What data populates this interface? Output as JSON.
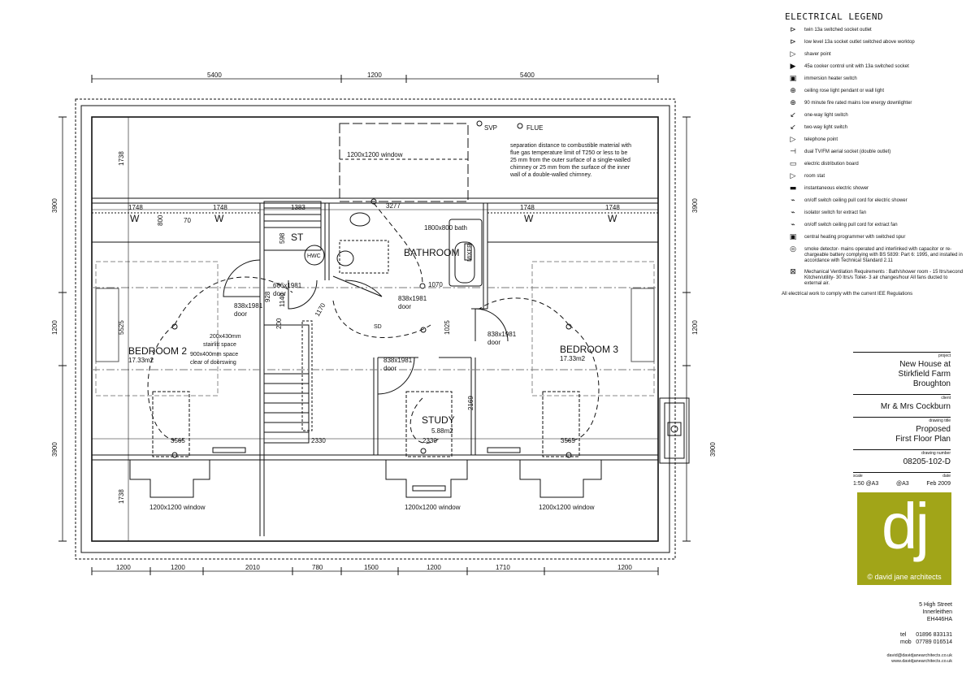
{
  "legend": {
    "title": "ELECTRICAL LEGEND",
    "items": [
      {
        "icon": "twin-socket-icon",
        "glyph": "⊳",
        "text": "twin 13a switched socket outlet"
      },
      {
        "icon": "low-socket-icon",
        "glyph": "⊳",
        "text": "low level 13a socket outlet switched above worktop"
      },
      {
        "icon": "shaver-point-icon",
        "glyph": "▷",
        "text": "shaver point"
      },
      {
        "icon": "cooker-control-icon",
        "glyph": "▶",
        "text": "45a cooker control unit with 13a switched socket"
      },
      {
        "icon": "immersion-switch-icon",
        "glyph": "▣",
        "text": "immersion heater switch"
      },
      {
        "icon": "ceiling-rose-icon",
        "glyph": "⊕",
        "text": "ceiling rose light pendant or wall light"
      },
      {
        "icon": "downlighter-icon",
        "glyph": "⊕",
        "text": "90 minute fire rated mains low energy downlighter"
      },
      {
        "icon": "one-way-switch-icon",
        "glyph": "↙",
        "text": "one-way light switch"
      },
      {
        "icon": "two-way-switch-icon",
        "glyph": "↙",
        "text": "two-way light switch"
      },
      {
        "icon": "telephone-point-icon",
        "glyph": "▷",
        "text": "telephone point"
      },
      {
        "icon": "tv-aerial-icon",
        "glyph": "⊣",
        "text": "dual TV/FM aerial socket (double outlet)"
      },
      {
        "icon": "distribution-board-icon",
        "glyph": "▭",
        "text": "electric distribution board"
      },
      {
        "icon": "room-stat-icon",
        "glyph": "▷",
        "text": "room stat"
      },
      {
        "icon": "electric-shower-icon",
        "glyph": "▬",
        "text": "instantaneous electric shower"
      },
      {
        "icon": "pull-cord-shower-icon",
        "glyph": "⌁",
        "text": "on/off switch ceiling pull cord for electric shower"
      },
      {
        "icon": "isolator-fan-icon",
        "glyph": "⌁",
        "text": "isolator switch for extract fan"
      },
      {
        "icon": "pull-cord-fan-icon",
        "glyph": "⌁",
        "text": "on/off switch ceiling pull cord for extract fan"
      },
      {
        "icon": "heating-programmer-icon",
        "glyph": "▣",
        "text": "central heating programmer with switched spur"
      },
      {
        "icon": "smoke-detector-icon",
        "glyph": "◎",
        "text": "smoke detector- mains operated and interlinked with capacitor or re-chargeable battery complying with BS 5839: Part 6: 1995, and installed in accordance with Technical Standard 2.11"
      },
      {
        "icon": "ventilation-icon",
        "glyph": "⊠",
        "text": "Mechanical Ventilation Requirements : Bath/shower room - 15 ltrs/second Kitchen/utility- 30 ltrs/s Toilet- 3 air changes/hour All fans ducted to external air."
      }
    ],
    "footer": "All electrical work to comply with the current IEE Regulations"
  },
  "title_block": {
    "project_caption": "project",
    "project_line1": "New House at",
    "project_line2": "Stirkfield Farm",
    "project_line3": "Broughton",
    "client_caption": "client",
    "client": "Mr & Mrs Cockburn",
    "title_caption": "drawing title",
    "title_line1": "Proposed",
    "title_line2": "First Floor Plan",
    "number_caption": "drawing number",
    "number": "08205-102-D",
    "scale_caption": "scale",
    "date_caption": "date",
    "scale": "1:50 @A3",
    "sheet": "@A3",
    "date": "Feb 2009"
  },
  "practice": {
    "logo": "dj",
    "name": "© david jane architects",
    "address_line1": "5 High Street",
    "address_line2": "Innerleithen",
    "address_line3": "EH446HA",
    "tel_label": "tel",
    "tel": "01896 833131",
    "mob_label": "mob",
    "mob": "07789 016514",
    "email": "david@davidjanearchitects.co.uk",
    "web": "www.davidjanearchitects.co.uk",
    "logo_color": "#a1a518"
  },
  "plan": {
    "rooms": {
      "bedroom2": "BEDROOM 2",
      "bedroom2_area": "17.33m2",
      "bedroom3": "BEDROOM 3",
      "bedroom3_area": "17.33m2",
      "bathroom": "BATHROOM",
      "study": "STUDY",
      "study_area": "5.88m2",
      "store": "ST",
      "hwc": "HWC",
      "bath": "1800x800 bath",
      "bath_tag": "MIXER",
      "wardrobe": "W"
    },
    "labels": {
      "svp": "SVP",
      "flue": "FLUE",
      "flue_note_1": "separation distance to combustible material with",
      "flue_note_2": "flue gas temperature limit of T250 or less to be",
      "flue_note_3": "25 mm from the outer surface of a single-walled",
      "flue_note_4": "chimney or 25 mm from the surface of the inner",
      "flue_note_5": "wall of a double-walled chimney.",
      "window_top": "1200x1200 window",
      "window_bl": "1200x1200 window",
      "window_bm": "1200x1200 window",
      "window_br": "1200x1200 window",
      "door_838": "838x1981",
      "door_word": "door",
      "door_686": "686x1981",
      "stairlift_1": "200x430mm",
      "stairlift_2": "stairlift space",
      "stairlift_3": "900x400mm space",
      "stairlift_4": "clear of doorswing",
      "sd": "SD"
    },
    "dims": {
      "top": [
        "5400",
        "1200",
        "5400"
      ],
      "bottom": [
        "1200",
        "1200",
        "2010",
        "780",
        "1500",
        "1200",
        "1710",
        "1200"
      ],
      "left": [
        "3900",
        "1200",
        "3900"
      ],
      "left_inner": [
        "1738",
        "5525",
        "1738"
      ],
      "right": [
        "3900",
        "1200",
        "3900"
      ],
      "wardrobe": [
        "1748",
        "1748",
        "1383",
        "3277",
        "1748",
        "1748"
      ],
      "small": [
        "70",
        "800",
        "598",
        "928",
        "1140",
        "200",
        "1170",
        "1025",
        "2169",
        "1070",
        "3565",
        "2330",
        "2330",
        "3565"
      ]
    }
  }
}
